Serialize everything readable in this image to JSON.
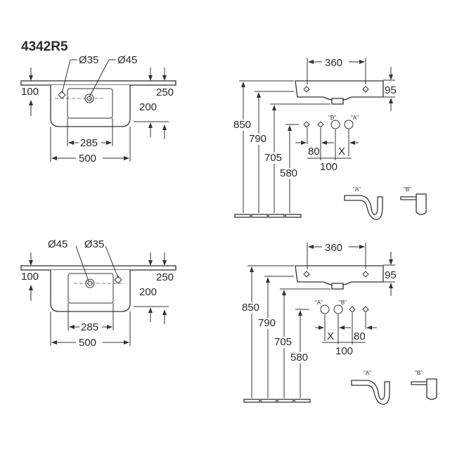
{
  "model": "4342R5",
  "top_view_right_hole": {
    "small_hole": "Ø35",
    "tap_hole": "Ø45",
    "depth_hole": "100",
    "depth_total": "250",
    "depth_basin": "200",
    "bowl_width": "285",
    "total_width": "500"
  },
  "side_view_right_hole": {
    "hole_spacing": "360",
    "basin_height": "95",
    "h_top": "850",
    "h_rim": "790",
    "h_waste": "705",
    "h_supply": "580",
    "dim_80": "80",
    "dim_x": "X",
    "dim_100": "100",
    "label_a": "\"A\"",
    "label_b": "\"B\"",
    "trap_a": "\"A\"",
    "trap_b": "\"B\""
  },
  "top_view_left_hole": {
    "tap_hole": "Ø45",
    "small_hole": "Ø35",
    "depth_hole": "100",
    "depth_total": "250",
    "depth_basin": "200",
    "bowl_width": "285",
    "total_width": "500"
  },
  "side_view_left_hole": {
    "hole_spacing": "360",
    "basin_height": "95",
    "h_top": "850",
    "h_rim": "790",
    "h_waste": "705",
    "h_supply": "580",
    "dim_80": "80",
    "dim_x": "X",
    "dim_100": "100",
    "label_a": "\"A\"",
    "label_b": "\"B\"",
    "trap_a": "\"A\"",
    "trap_b": "\"B\""
  }
}
